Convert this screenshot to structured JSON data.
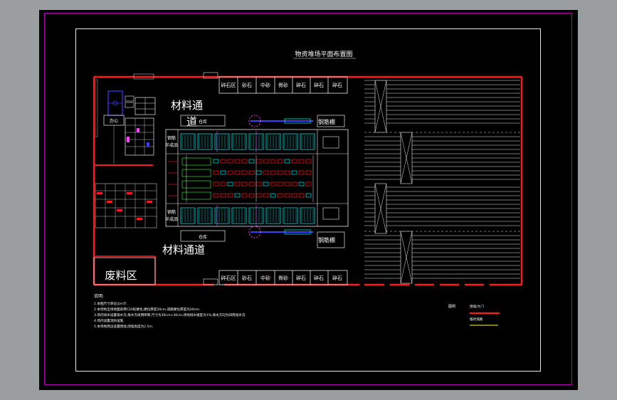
{
  "drawing": {
    "title": "物资堆场平面布置图",
    "top_bins": [
      "碎石区",
      "砂石",
      "中砂",
      "骨砂",
      "碎石",
      "碎石",
      "碎石"
    ],
    "bottom_bins": [
      "碎石区",
      "砂石",
      "中砂",
      "骨砂",
      "碎石",
      "碎石",
      "碎石"
    ],
    "material_channel_top": "材料通",
    "material_channel_top_2": "道",
    "material_channel_bottom": "材料通道",
    "waste_area": "废料区",
    "left_lot_labels": [
      "钢筋",
      "半成品"
    ],
    "office": "办公",
    "storage_top": "仓库",
    "storage_bottom": "仓库",
    "process_top": "钢筋棚",
    "process_bottom": "钢筋棚",
    "notes_title": "说明:",
    "notes": [
      "1.本图尺寸单位以m计.",
      "2.本场地全场地面采用C20砼硬化,硬化厚度20cm,道路硬化厚度为20cm.",
      "3.场内排水设置排水沟,排水沟采用砖砌,尺寸为30cm×30cm,场地排水坡度为1%,排水方向为四周排水沟.",
      "4.场内设置消防设施.",
      "5.本场地周边设置围墙,围墙高度为2.5m."
    ],
    "legend_title": "图例",
    "legend_items": [
      {
        "label": "围墙/大门",
        "color": "#ff1a1a"
      },
      {
        "label": "临时道路",
        "color": "#ffff40"
      }
    ]
  },
  "colors": {
    "boundary": "#ff1a1a",
    "lines": "#e8e8e8",
    "cyan": "#00e5e5",
    "magenta": "#ff40ff",
    "blue": "#3c3cff",
    "yellow": "#ffff40",
    "green": "#40ff40"
  }
}
